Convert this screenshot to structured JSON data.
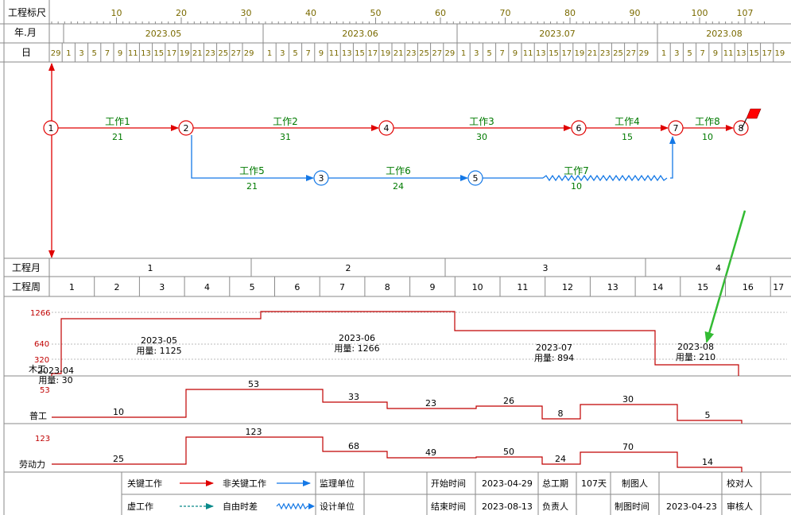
{
  "header": {
    "ruler_label": "工程标尺",
    "ruler_ticks": [
      "10",
      "20",
      "30",
      "40",
      "50",
      "60",
      "70",
      "80",
      "90",
      "100",
      "107"
    ],
    "yearmonth_label": "年.月",
    "months": [
      "2023.05",
      "2023.06",
      "2023.07",
      "2023.08"
    ],
    "day_label": "日",
    "days_may": [
      "29",
      "1",
      "3",
      "5",
      "7",
      "9",
      "11",
      "13",
      "15",
      "17",
      "19",
      "21",
      "23",
      "25",
      "27",
      "29"
    ],
    "days_jun": [
      "1",
      "3",
      "5",
      "7",
      "9",
      "11",
      "13",
      "15",
      "17",
      "19",
      "21",
      "23",
      "25",
      "27",
      "29"
    ],
    "days_jul": [
      "1",
      "3",
      "5",
      "7",
      "9",
      "11",
      "13",
      "15",
      "17",
      "19",
      "21",
      "23",
      "25",
      "27",
      "29"
    ],
    "days_aug": [
      "1",
      "3",
      "5",
      "7",
      "9",
      "11",
      "13",
      "15",
      "17",
      "19"
    ]
  },
  "network": {
    "nodes": [
      "1",
      "2",
      "3",
      "4",
      "5",
      "6",
      "7",
      "8"
    ],
    "works": [
      {
        "name": "工作1",
        "duration": "21",
        "critical": true
      },
      {
        "name": "工作2",
        "duration": "31",
        "critical": true
      },
      {
        "name": "工作3",
        "duration": "30",
        "critical": true
      },
      {
        "name": "工作4",
        "duration": "15",
        "critical": true
      },
      {
        "name": "工作8",
        "duration": "10",
        "critical": true
      },
      {
        "name": "工作5",
        "duration": "21",
        "critical": false
      },
      {
        "name": "工作6",
        "duration": "24",
        "critical": false
      },
      {
        "name": "工作7",
        "duration": "10",
        "critical": false
      }
    ]
  },
  "schedule": {
    "month_label": "工程月",
    "project_months": [
      "1",
      "2",
      "3",
      "4"
    ],
    "week_label": "工程周",
    "weeks": [
      "1",
      "2",
      "3",
      "4",
      "5",
      "6",
      "7",
      "8",
      "9",
      "10",
      "11",
      "12",
      "13",
      "14",
      "15",
      "16",
      "17"
    ]
  },
  "resources": {
    "wood": {
      "label": "木工",
      "axis_values": [
        "1266",
        "640",
        "320"
      ],
      "bars": [
        {
          "month": "2023-04",
          "usage": "用量: 30"
        },
        {
          "month": "2023-05",
          "usage": "用量: 1125"
        },
        {
          "month": "2023-06",
          "usage": "用量: 1266"
        },
        {
          "month": "2023-07",
          "usage": "用量: 894"
        },
        {
          "month": "2023-08",
          "usage": "用量: 210"
        }
      ]
    },
    "general": {
      "label": "普工",
      "axis_value": "53",
      "values": [
        "10",
        "53",
        "33",
        "23",
        "26",
        "8",
        "30",
        "5"
      ]
    },
    "labor": {
      "label": "劳动力",
      "axis_value": "123",
      "values": [
        "25",
        "123",
        "68",
        "49",
        "50",
        "24",
        "70",
        "14"
      ]
    }
  },
  "legend": {
    "critical_work": "关键工作",
    "noncritical_work": "非关键工作",
    "virtual_work": "虚工作",
    "free_float": "自由时差",
    "supervisor_unit": "监理单位",
    "design_unit": "设计单位",
    "start_time_label": "开始时间",
    "start_time": "2023-04-29",
    "end_time_label": "结束时间",
    "end_time": "2023-08-13",
    "total_duration_label": "总工期",
    "total_duration": "107天",
    "manager_label": "负责人",
    "drafter_label": "制图人",
    "draw_time_label": "制图时间",
    "draw_time": "2023-04-23",
    "checker_label": "校对人",
    "reviewer_label": "审核人"
  },
  "colors": {
    "critical": "#e00000",
    "noncritical": "#1478e6",
    "label_green": "#007a00",
    "ruler_text": "#7a6a00",
    "annotation": "#33bb33"
  }
}
